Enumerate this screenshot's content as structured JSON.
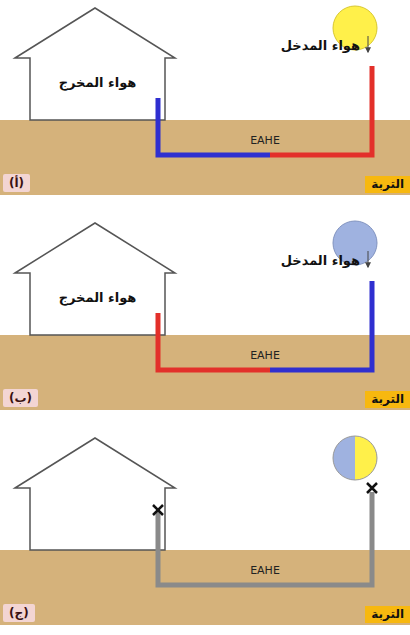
{
  "diagram": {
    "nodes": [
      {
        "text": [
          "هواء المخرج"
        ]
      },
      {
        "text": [
          "التربة"
        ]
      },
      {
        "text": [
          "(أ)"
        ]
      },
      {
        "text": [
          "هواء المخرج"
        ]
      },
      {
        "text": [
          "التربة"
        ]
      },
      {
        "text": [
          "(ب)"
        ]
      },
      {
        "text": [
          "التربة"
        ]
      },
      {
        "text": [
          "(ج)"
        ]
      }
    ],
    "labels": [
      "هواء المدخل",
      "EAHE",
      "هواء المدخل",
      "EAHE",
      "EAHE"
    ]
  }
}
